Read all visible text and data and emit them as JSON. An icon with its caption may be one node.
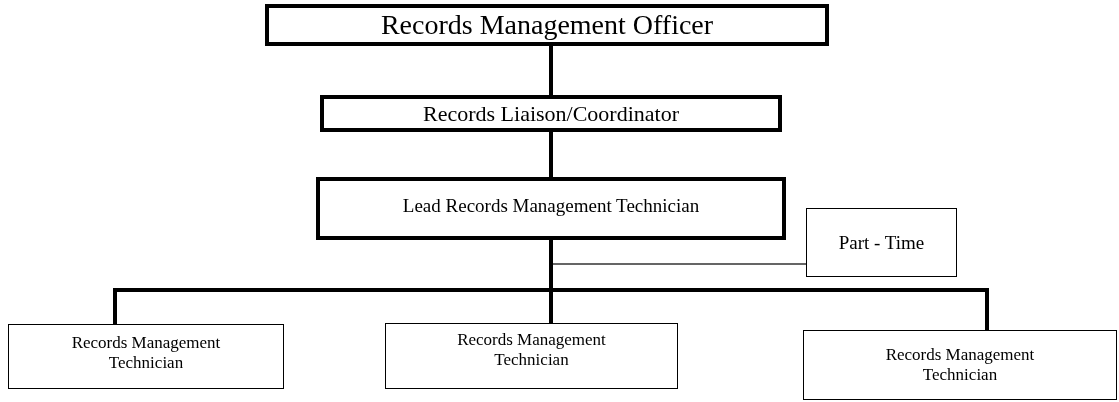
{
  "diagram": {
    "nodes": [
      {
        "text": [
          "Records Management Officer"
        ]
      },
      {
        "text": [
          "Records Liaison/Coordinator"
        ]
      },
      {
        "text": [
          "Lead Records Management Technician"
        ]
      },
      {
        "text": [
          "Part - Time"
        ]
      },
      {
        "text": [
          "Records Management Technician"
        ]
      },
      {
        "text": [
          "Records Management Technician"
        ]
      },
      {
        "text": [
          "Records Management Technician"
        ]
      }
    ],
    "edges": [
      {
        "from": 0,
        "to": 1,
        "arrow": "none"
      },
      {
        "from": 1,
        "to": 2,
        "arrow": "none"
      },
      {
        "from": 2,
        "to": 3,
        "arrow": "none",
        "color": "#333333"
      },
      {
        "from": 2,
        "to": 4,
        "arrow": "none"
      },
      {
        "from": 2,
        "to": 5,
        "arrow": "none"
      },
      {
        "from": 2,
        "to": 6,
        "arrow": "none"
      }
    ]
  }
}
